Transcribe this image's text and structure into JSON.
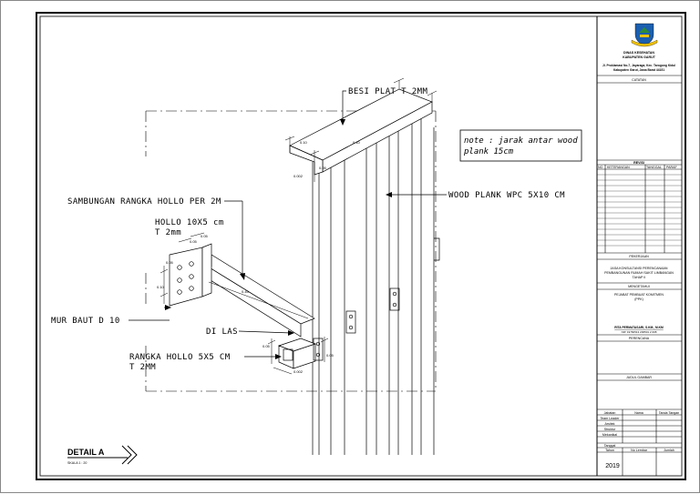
{
  "drawing": {
    "labels": {
      "besi_plat": "BESI PLAT T 2MM",
      "sambungan": "SAMBUNGAN RANGKA HOLLO PER 2M",
      "hollo_10x5_line1": "HOLLO 10X5 cm",
      "hollo_10x5_line2": "T 2mm",
      "mur_baut": "MUR BAUT D 10",
      "di_las": "DI LAS",
      "rangka_line1": "RANGKA HOLLO 5X5 CM",
      "rangka_line2": "T 2MM",
      "wood_plank": "WOOD PLANK WPC 5X10 CM",
      "note_line1": "note : jarak antar wood",
      "note_line2": "plank 15cm"
    },
    "dimensions": {
      "d1": "0.10",
      "d2": "0.10",
      "d3": "0.05",
      "d4": "0.002",
      "d5": "0.05",
      "d6": "0.05",
      "d7": "0.10",
      "d8": "0.05",
      "d9": "0.05",
      "d10": "0.05",
      "d11": "0.002",
      "d12": "0.45"
    },
    "detail_title": "DETAIL A",
    "detail_scale": "SKALA 1 : 20"
  },
  "title_block": {
    "org_line1": "DINAS KESEHATAN",
    "org_line2": "KABUPATEN GARUT",
    "address_line1": "Jl. Proklamasi No.7, Jayaraga, Kec. Tarogong Kidul",
    "address_line2": "Kabupaten Garut, Jawa Barat 44151",
    "catatan": "CATATAN",
    "revisi": "REVISI",
    "rev_headers": [
      "NO",
      "KETERANGAN",
      "TANGGAL",
      "PARAF"
    ],
    "pekerjaan_header": "PEKERJAAN",
    "pekerjaan_line1": "JASA KONSULTANSI PERENCANAAN",
    "pekerjaan_line2": "PEMBANGUNAN RUMAH SAKIT LIMBANGAN",
    "pekerjaan_line3": "TAHAP II",
    "mengetahui": "MENGETAHUI",
    "ppk_line1": "PEJABAT PEMBUAT KOMITMEN",
    "ppk_line2": "(PPK)",
    "ppk_name": "RITA PERMATASARI, S.KM., M.KM",
    "ppk_nip": "NIP. 19760513 200501 2 008",
    "perencana": "PERENCANA",
    "judul_gambar": "JUDUL GAMBAR",
    "sign_headers": [
      "Jabatan",
      "Nama",
      "Tanda Tangan"
    ],
    "sign_roles": [
      "Team Leader",
      "Arsitek",
      "Struktur",
      "Mekanikal"
    ],
    "tanggal": "Tanggal",
    "bottom_headers": [
      "Tahun",
      "No Lembar",
      "Jumlah"
    ],
    "year": "2019"
  }
}
